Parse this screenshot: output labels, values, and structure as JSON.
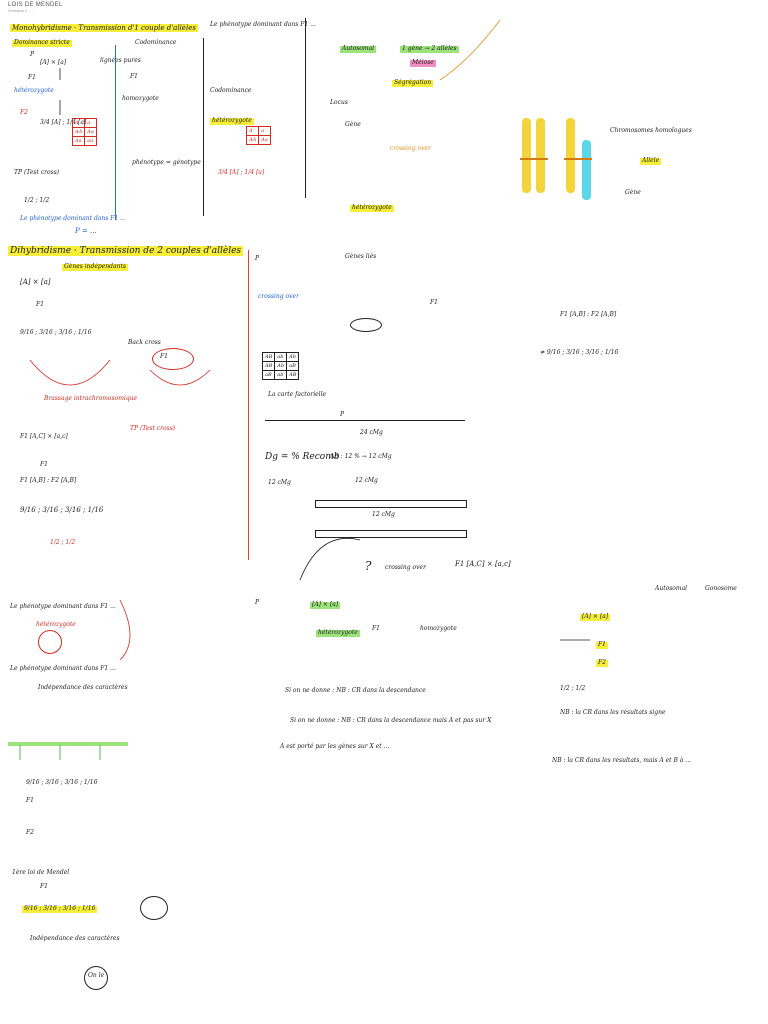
{
  "header": {
    "title": "LOIS DE MENDEL",
    "subtitle": "Semaine 1 · ..."
  },
  "sections": {
    "mono_title": "Monohybridisme · Transmission d'1 couple d'allèles",
    "dominance": "Dominance stricte",
    "codominance": "Codominance",
    "backcross": "Back cross",
    "dihybride_title": "Dihybridisme · Transmission de 2 couples d'allèles",
    "independants": "Gènes indépendants",
    "lies": "Gènes liés",
    "autosomal": "Autosomal",
    "gonosome": "Gonosome",
    "crossing": "Crossing-over",
    "brassage": "Brassage intrachromosomique",
    "mendel_law": "1ère loi de Mendel"
  },
  "notes": {
    "f1": "F1",
    "f2": "F2",
    "p": "P",
    "genotype_aa": "[A] × [a]",
    "ratio": "3/4 [A] ; 1/4 [a]",
    "ratio2": "9/16 ; 3/16 ; 3/16 ; 1/16",
    "phenotype": "phénotype = génotype",
    "pure_lines": "lignées pures",
    "homozygote": "homozygote",
    "heterozygote": "hétérozygote",
    "recomb": "Dg = % Recomb",
    "recomb_values": "AB : 12 % → 12 cMg",
    "cmg1": "24 cMg",
    "cmg2": "12 cMg",
    "formula_p": "P = ...",
    "test_cross": "TP (Test cross)",
    "f_intra": "F1 [A,C] × [a,c]",
    "f_values": "F1 [A,B] : F2 [A,B]",
    "fraction": "≠ 9/16 ; 3/16 ; 3/16 ; 1/16",
    "nb1": "NB : la CR dans les résultats signe",
    "nb2": "NB : la CR dans les résultats, mais A et B à ...",
    "pheno_statement": "Le phénotype dominant dans F1 ...",
    "note_cr": "Si on ne donne : NB : CR dans la descendance",
    "note_cr2": "Si on ne donne : NB : CR dans la descendance mais A et pas sur X",
    "note_final": "A est porté par les gènes sur X et ...",
    "chrom_label1": "Chromosomes homologues",
    "chrom_label2": "Allèle",
    "chrom_label3": "Locus",
    "chrom_label4": "Gène",
    "yellow_note1": "Ségrégation",
    "pink_note": "Méiose",
    "cross_result": "La carte factorielle",
    "centimorgan": "cMg",
    "mendel_summary": "Indépendance des caractères",
    "pairs": "1 gène → 2 allèles",
    "circle_note": "On le",
    "crossing_over": "crossing over",
    "backcross_ratio": "1/2 ; 1/2"
  },
  "colors": {
    "red": "#d42a1f",
    "blue": "#1f5fd1",
    "yellow": "#f6ee3a",
    "green": "#9be37a",
    "pink": "#f38fc3",
    "cyan": "#5ad8e8",
    "orange": "#e0901a"
  }
}
